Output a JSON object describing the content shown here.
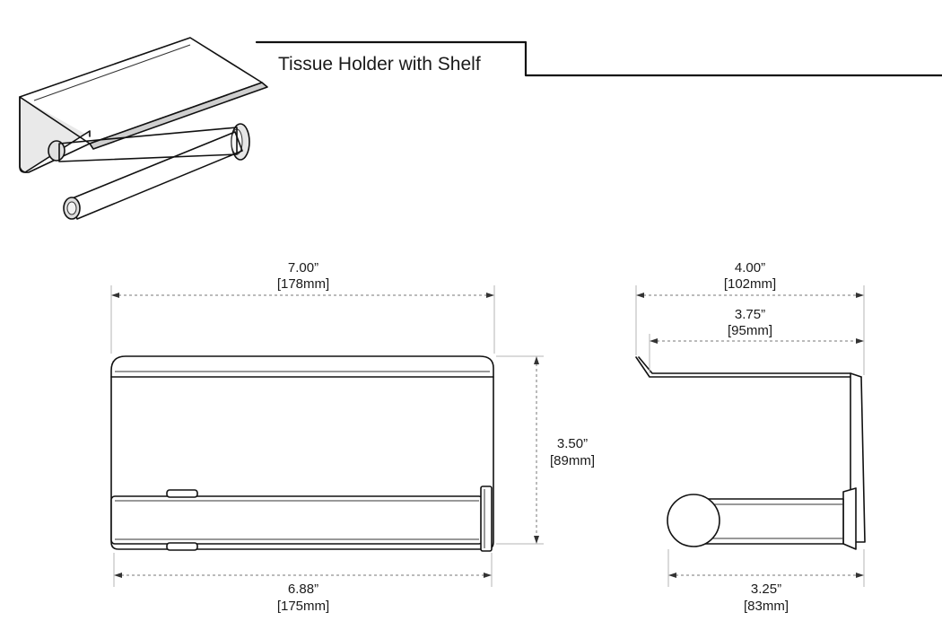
{
  "title": "Tissue Holder with Shelf",
  "dimensions": {
    "front_width": {
      "inches": "7.00”",
      "mm": "[178mm]"
    },
    "front_height": {
      "inches": "3.50”",
      "mm": "[89mm]"
    },
    "front_bar_length": {
      "inches": "6.88”",
      "mm": "[175mm]"
    },
    "side_depth": {
      "inches": "4.00”",
      "mm": "[102mm]"
    },
    "side_shelf_depth": {
      "inches": "3.75”",
      "mm": "[95mm]"
    },
    "side_projection": {
      "inches": "3.25”",
      "mm": "[83mm]"
    }
  }
}
